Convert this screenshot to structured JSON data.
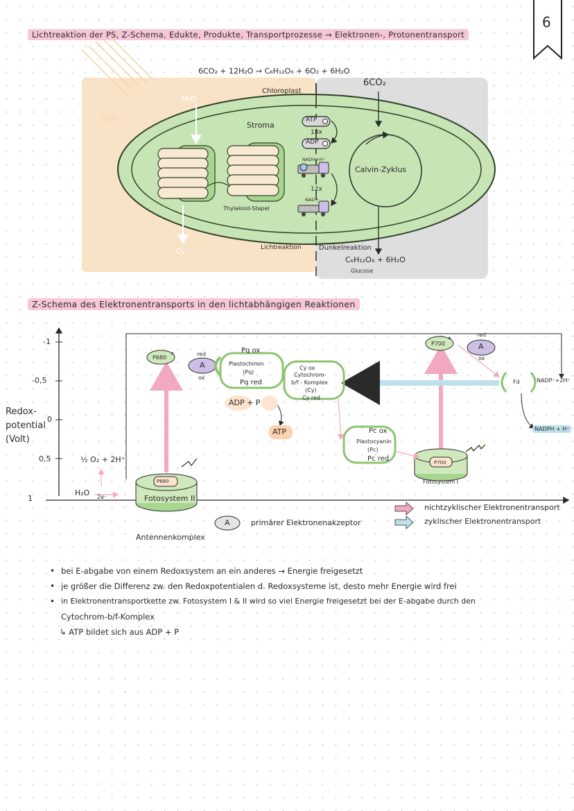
{
  "page": {
    "number": "6",
    "heading1": "Lichtreaktion der PS, Z-Schema, Edukte, Produkte, Transportprozesse → Elektronen-, Protonentransport",
    "heading2": "Z-Schema des Elektronentransports in den lichtabhängigen Reaktionen"
  },
  "chloroplast": {
    "equation": "6CO₂ + 12H₂O → C₆H₁₂O₆ + 6O₂ + 6H₂O",
    "label_chloroplast": "Chloroplast",
    "label_stroma": "Stroma",
    "label_light": "Licht",
    "label_h2o": "H₂O",
    "label_o2": "O₂",
    "label_co2": "6CO₂",
    "label_atp": "ATP",
    "label_18x": "18x",
    "label_adp": "ADP",
    "label_nadph": "NADH+H⁺",
    "label_12x": "12x",
    "label_nad": "NAD+",
    "label_calvin": "Calvin-Zyklus",
    "label_thylakoid": "Thylakoid-Stapel",
    "label_lichtreaktion": "Lichtreaktion",
    "label_dunkelreaktion": "Dunkelreaktion",
    "label_product": "C₆H₁₂O₆ + 6H₂O",
    "label_glucose": "Glucose",
    "colors": {
      "light_zone": "#f9e3c6",
      "dark_zone": "#dedede",
      "outer": "#c7e4b4",
      "stroke": "#2f3e2a",
      "thylakoid": "#f8e9d2",
      "stack_green": "#a8d58f"
    }
  },
  "zscheme": {
    "axis_title_1": "Redox-",
    "axis_title_2": "potential",
    "axis_title_3": "(Volt)",
    "ticks": [
      "-1",
      "-0,5",
      "0",
      "0,5",
      "1"
    ],
    "p680": "P680",
    "star": "*",
    "a_label": "A",
    "red": "red",
    "ox": "ox",
    "pq_ox": "Pq ox",
    "plastochinon": "Plastochinon",
    "pq": "(Pq)",
    "pq_red": "Pq red",
    "cy_ox": "Cy ox",
    "cytochrom": "Cytochrom-",
    "bf_komplex": "b/f - Komplex",
    "cy": "(Cy)",
    "cy_red": "Cy red",
    "adp_p": "ADP + P",
    "atp": "ATP",
    "pc_ox": "Pc ox",
    "plastocyanin": "Plastocyanin",
    "pc": "(Pc)",
    "pc_red": "Pc red",
    "p700": "P700",
    "fd": "Fd",
    "nadp": "NADP⁺+2H⁺",
    "nadph": "NADPH + H⁺",
    "water_o2": "½ O₂ + 2H⁺",
    "h2o": "H₂O",
    "two_e": "2e⁻",
    "ps2": "Fotosystem II",
    "ps2_small": "P680",
    "ps1": "Fotosystem I",
    "ps1_small": "P700",
    "antenne": "Antennenkomplex",
    "legend_a": "A",
    "legend_a_text": "primärer Elektronenakzeptor",
    "legend_pink": "nichtzyklischer Elektronentransport",
    "legend_blue": "zyklischer Elektronentransport",
    "colors": {
      "pink": "#f2a8bf",
      "blue": "#bde0ea",
      "green": "#cfe8bc",
      "purple": "#cdbfe6",
      "orange": "#fbd3ae",
      "peach": "#fde4cf"
    }
  },
  "notes": [
    "bei E-abgabe von einem Redoxsystem an ein anderes → Energie freigesetzt",
    "je größer die Differenz zw. den Redoxpotentialen d. Redoxsysteme ist, desto mehr Energie wird frei",
    "in Elektronentransportkette zw. Fotosystem I & II wird so viel Energie freigesetzt bei der E-abgabe durch den",
    "Cytochrom-b/f-Komplex",
    "↳ ATP bildet sich aus ADP + P"
  ]
}
